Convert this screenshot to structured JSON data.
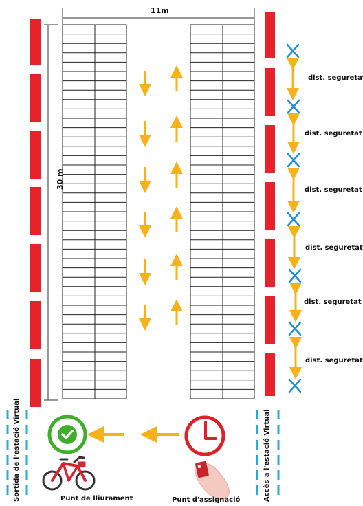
{
  "dimensions": {
    "width_label": "11m",
    "length_label": "30 m"
  },
  "safety_distance_label": "dist. seguretat",
  "exit_label": "Sortida de l'estació Virtual",
  "access_label": "Accès a l'estació Virtual",
  "delivery_point_label": "Punt de lliurament",
  "assignment_point_label": "Punt d'assignació",
  "colors": {
    "barrier_red": "#e8222b",
    "arrow_orange": "#f6b11b",
    "marker_blue": "#1d8fe0",
    "check_green": "#3fae2a",
    "clock_red": "#e02025",
    "dashed_blue": "#29a9e1",
    "grid_line": "#222222"
  },
  "icons": [
    "check-circle-icon",
    "clock-icon",
    "bicycle-icon",
    "hand-card-icon",
    "x-marker-icon",
    "arrow-up-icon",
    "arrow-down-icon",
    "arrow-left-icon",
    "double-arrow-icon"
  ]
}
